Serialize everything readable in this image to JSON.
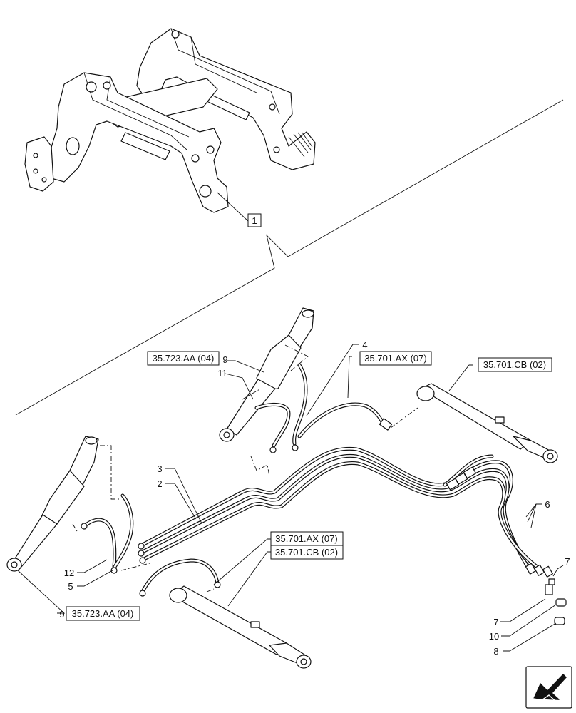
{
  "callouts": {
    "c1": "1",
    "c2": "2",
    "c3": "3",
    "c4": "4",
    "c5": "5",
    "c6": "6",
    "c7a": "7",
    "c7b": "7",
    "c8": "8",
    "c9a": "9",
    "c9b": "9",
    "c10": "10",
    "c11": "11",
    "c12": "12"
  },
  "references": {
    "ref_top_left": "35.723.AA (04)",
    "ref_hose_top": "35.701.AX (07)",
    "ref_cyl_top": "35.701.CB (02)",
    "ref_hose_bottom": "35.701.AX (07)",
    "ref_cyl_bottom": "35.701.CB (02)",
    "ref_bottom_left": "35.723.AA (04)"
  },
  "nav_icon": "arrow-navigation-icon"
}
